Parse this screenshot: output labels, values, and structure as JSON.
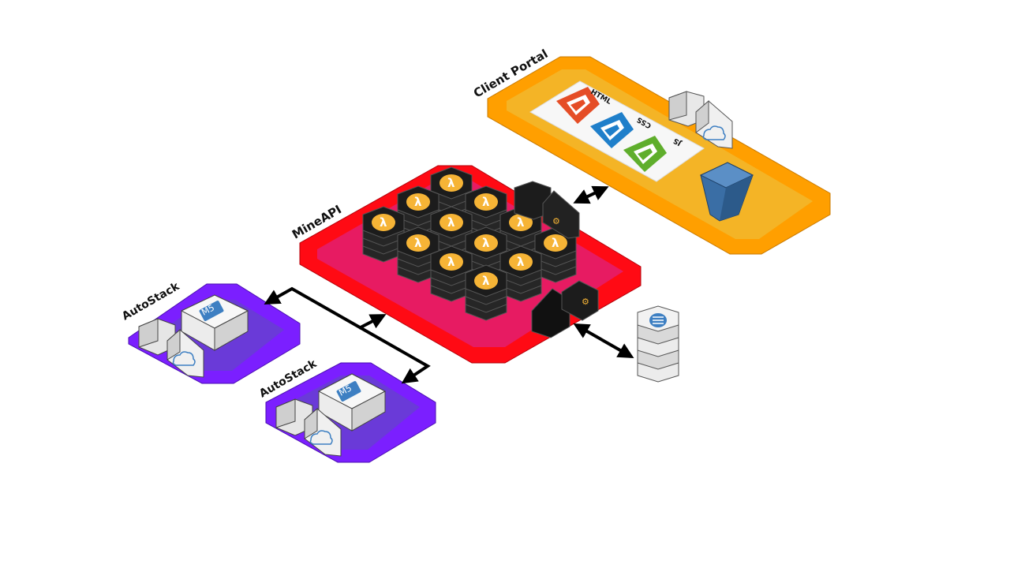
{
  "platforms": {
    "client_portal": {
      "label": "Client Portal",
      "color": "#ff9f00",
      "inner_color": "#f4b426"
    },
    "mineapi": {
      "label": "MineAPI",
      "color": "#ff0a14",
      "inner_color": "#e71b62"
    },
    "autostack_1": {
      "label": "AutoStack",
      "color": "#7b1fff",
      "inner_color": "#6a3ad8"
    },
    "autostack_2": {
      "label": "AutoStack",
      "color": "#7b1fff",
      "inner_color": "#6a3ad8"
    }
  },
  "portal_assets": {
    "html_label": "HTML",
    "css_label": "CSS",
    "js_label": "JS",
    "html_color": "#e54d26",
    "css_color": "#1f7fca",
    "js_color": "#5fae2c",
    "bucket_color": "#3a6ea5"
  },
  "autostack_badge": "M5",
  "icons": {
    "lambda": "lambda-icon",
    "gear": "gear-icon",
    "cloud": "cloud-icon",
    "database": "database-icon"
  },
  "colors": {
    "lambda_gold": "#f6b436",
    "node_dark": "#1c1c1c",
    "badge_blue": "#3d7fc2"
  }
}
